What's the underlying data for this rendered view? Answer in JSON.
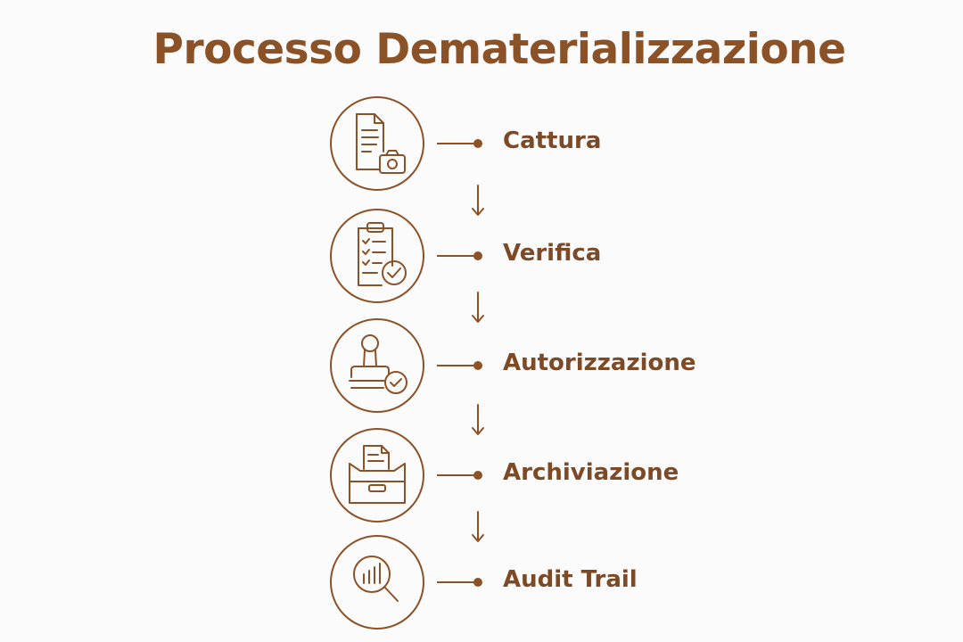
{
  "title": "Processo Dematerializzazione",
  "colors": {
    "primary": "#8b5227",
    "label": "#7c4a26",
    "background": "#fbfbfb"
  },
  "steps": [
    {
      "label": "Cattura",
      "icon": "document-camera-icon"
    },
    {
      "label": "Verifica",
      "icon": "clipboard-check-icon"
    },
    {
      "label": "Autorizzazione",
      "icon": "stamp-check-icon"
    },
    {
      "label": "Archiviazione",
      "icon": "archive-box-icon"
    },
    {
      "label": "Audit Trail",
      "icon": "magnifier-chart-icon"
    }
  ]
}
